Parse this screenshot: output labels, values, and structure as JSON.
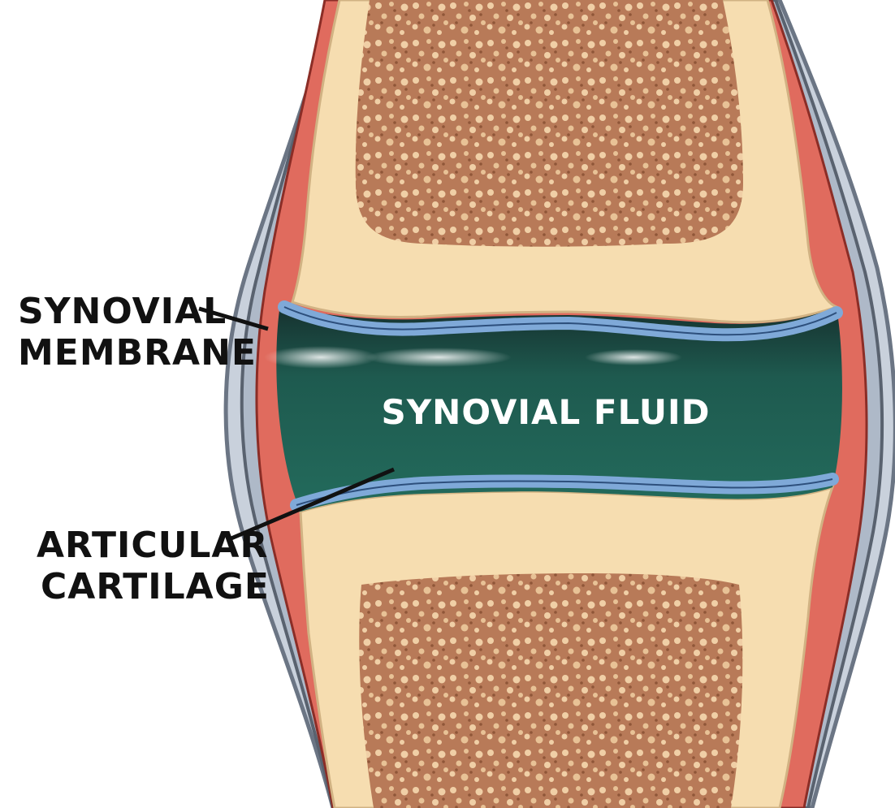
{
  "diagram": {
    "labels": {
      "synovial_membrane_line1": "SYNOVIAL",
      "synovial_membrane_line2": "MEMBRANE",
      "synovial_fluid": "SYNOVIAL FLUID",
      "articular_cartilage_line1": "ARTICULAR",
      "articular_cartilage_line2": "CARTILAGE"
    },
    "colors": {
      "bone_cortex": "#f6ddb0",
      "spongy_bone": "#b87a58",
      "cartilage": "#7fa9d8",
      "synovial_fluid": "#1e5a4f",
      "synovial_membrane": "#e06b5e",
      "capsule": "#9aa6b6",
      "label_text": "#111111"
    }
  }
}
